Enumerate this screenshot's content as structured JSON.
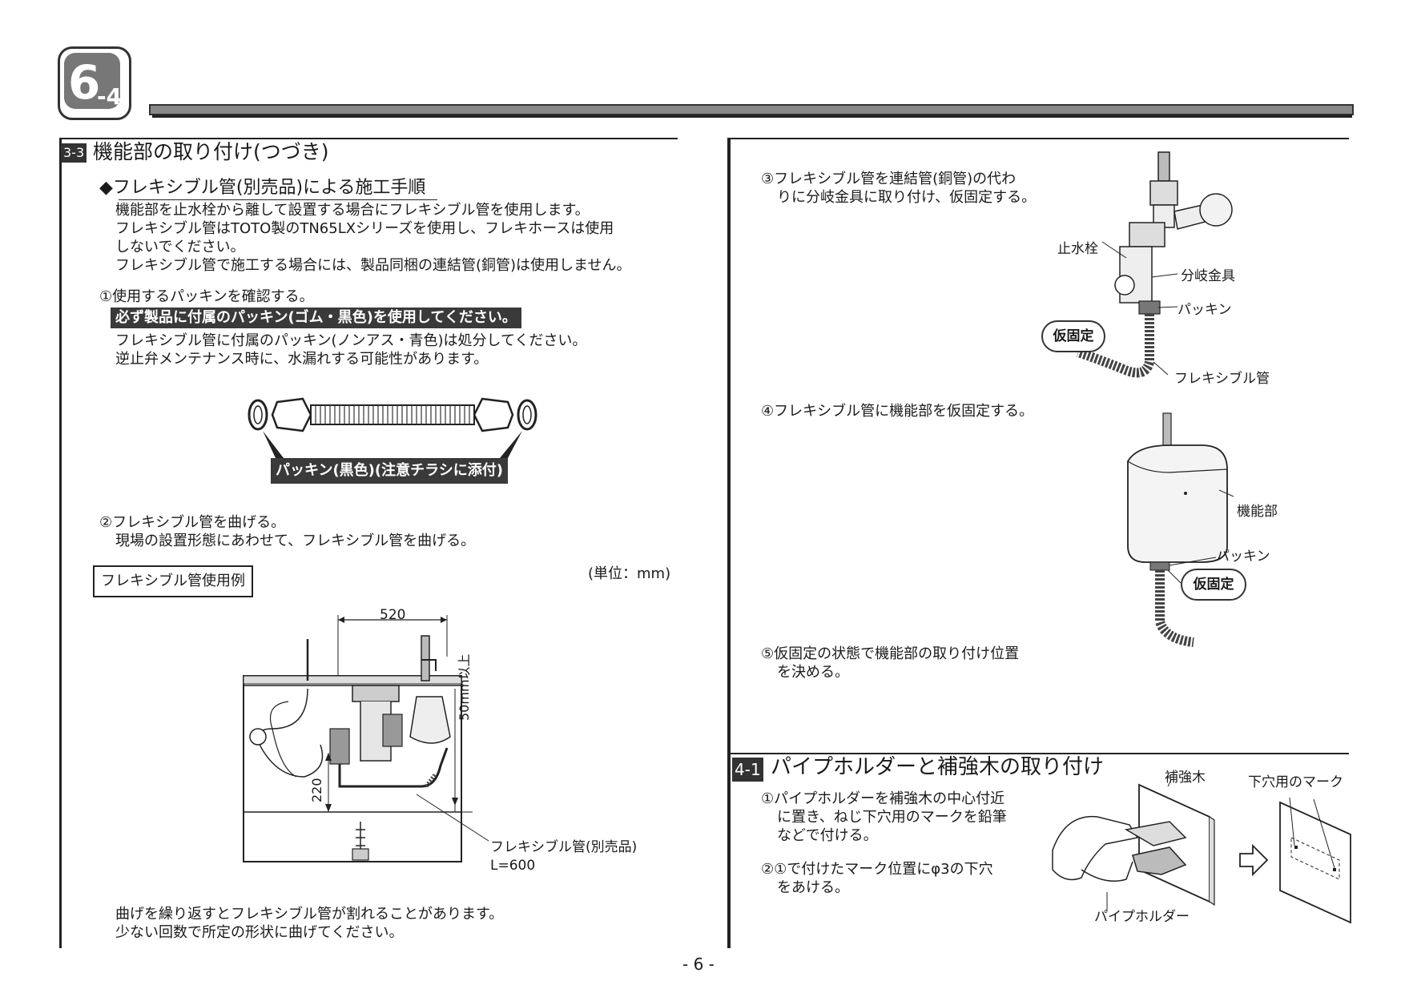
{
  "page": {
    "section_tab": {
      "main": "6",
      "sub": "-4"
    },
    "page_number": "- 6 -"
  },
  "left": {
    "heading_badge": "3-3",
    "heading": "機能部の取り付け(つづき)",
    "subheading": "◆フレキシブル管(別売品)による施工手順",
    "intro": [
      "機能部を止水栓から離して設置する場合にフレキシブル管を使用します。",
      "フレキシブル管はTOTO製のTN65LXシリーズを使用し、フレキホースは使用",
      "しないでください。",
      "フレキシブル管で施工する場合には、製品同梱の連結管(銅管)は使用しません。"
    ],
    "step1": "①使用するパッキンを確認する。",
    "warning": "必ず製品に付属のパッキン(ゴム・黒色)を使用してください。",
    "step1_notes": [
      "フレキシブル管に付属のパッキン(ノンアス・青色)は処分してください。",
      "逆止弁メンテナンス時に、水漏れする可能性があります。"
    ],
    "packing_label": "パッキン(黒色)(注意チラシに添付)",
    "step2": "②フレキシブル管を曲げる。",
    "step2_note": "現場の設置形態にあわせて、フレキシブル管を曲げる。",
    "example_box": "フレキシブル管使用例",
    "unit": "(単位：mm)",
    "dim_520": "520",
    "dim_50": "50mm以上",
    "dim_220": "220",
    "flex_label_1": "フレキシブル管(別売品)",
    "flex_label_2": "L=600",
    "footer_notes": [
      "曲げを繰り返すとフレキシブル管が割れることがあります。",
      "少ない回数で所定の形状に曲げてください。"
    ]
  },
  "right": {
    "step3": [
      "③フレキシブル管を連結管(銅管)の代わ",
      "りに分岐金具に取り付け、仮固定する。"
    ],
    "label_stop_valve": "止水栓",
    "label_branch": "分岐金具",
    "label_packing": "パッキン",
    "label_temp": "仮固定",
    "label_flex": "フレキシブル管",
    "step4": "④フレキシブル管に機能部を仮固定する。",
    "label_unit": "機能部",
    "label_packing2": "パッキン",
    "label_temp2": "仮固定",
    "step5": [
      "⑤仮固定の状態で機能部の取り付け位置",
      "を決める。"
    ],
    "sec2_badge": "4-1",
    "sec2_heading": "パイプホルダーと補強木の取り付け",
    "sec2_step1": [
      "①パイプホルダーを補強木の中心付近",
      "に置き、ねじ下穴用のマークを鉛筆",
      "などで付ける。"
    ],
    "sec2_step2": [
      "②①で付けたマーク位置にφ3の下穴",
      "をあける。"
    ],
    "label_reinforce": "補強木",
    "label_mark": "下穴用のマーク",
    "label_holder": "パイプホルダー"
  }
}
